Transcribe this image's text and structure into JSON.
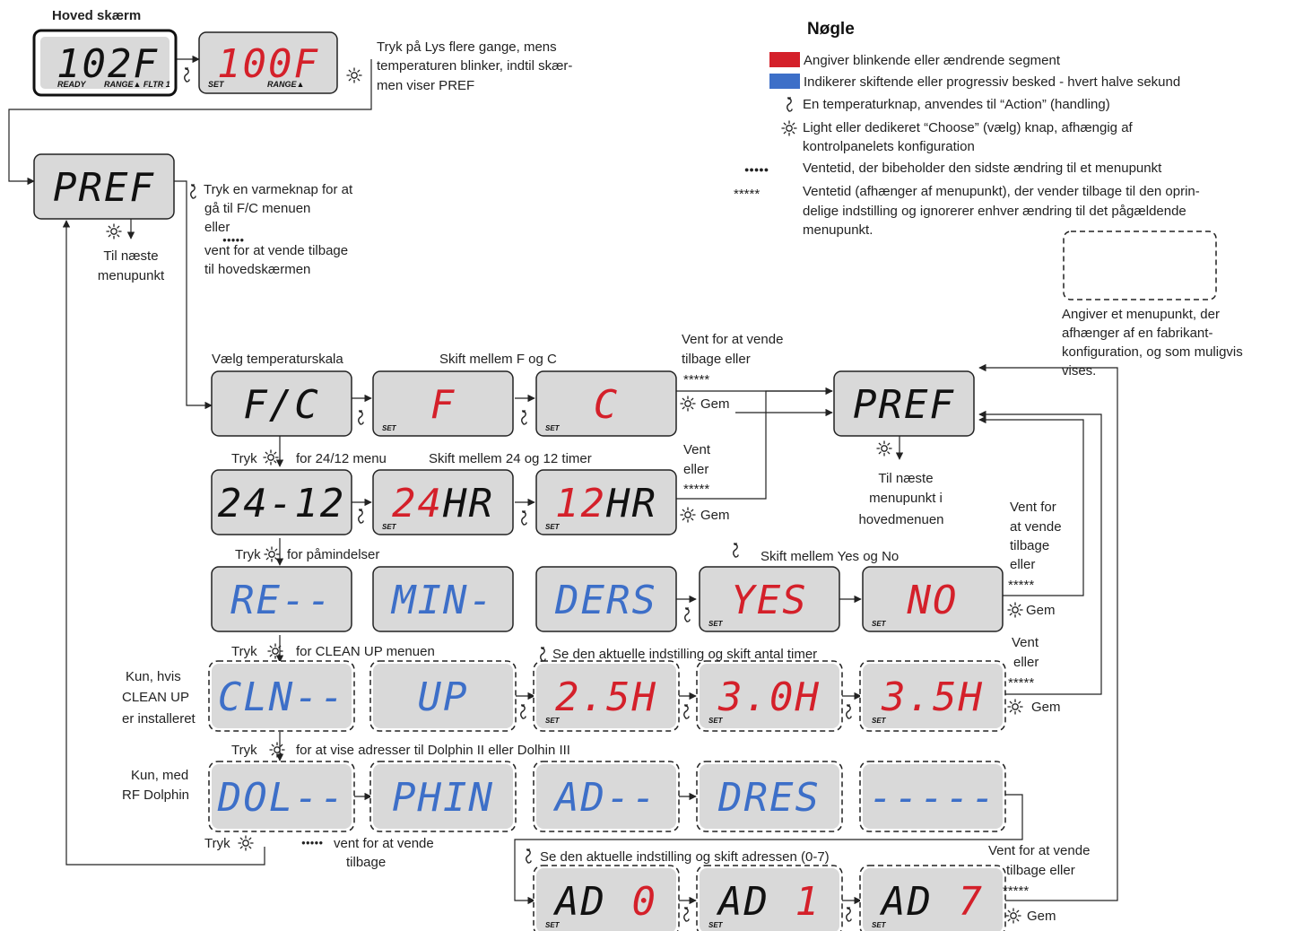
{
  "title": "Hoved skærm",
  "main_screens": [
    {
      "text": "102F",
      "color": "black",
      "labels": [
        "READY",
        "RANGE▲ FLTR 1"
      ]
    },
    {
      "text": "100F",
      "color": "red",
      "labels": [
        "SET",
        "RANGE▲"
      ]
    }
  ],
  "notes": {
    "lys": [
      "Tryk på Lys flere gange, mens",
      "temperaturen blinker, indtil skær-",
      "men viser PREF"
    ],
    "pref_action": [
      "Tryk en varmeknap for at",
      "gå til F/C menuen",
      "eller",
      "vent for at vende tilbage",
      "til hovedskærmen"
    ],
    "next_item": [
      "Til næste",
      "menupunkt"
    ],
    "fc_title": "Vælg temperaturskala",
    "fc_switch": "Skift mellem F og C",
    "wait_return": [
      "Vent for at vende",
      "tilbage eller"
    ],
    "gem": "Gem",
    "press_24": [
      "Tryk",
      "for 24/12 menu"
    ],
    "switch_24": "Skift mellem 24 og 12 timer",
    "wait_or": [
      "Vent",
      "eller"
    ],
    "next_main": [
      "Til næste",
      "menupunkt i",
      "hovedmenuen"
    ],
    "press_rem": [
      "Tryk",
      "for påmindelser"
    ],
    "switch_yes": "Skift mellem Yes og No",
    "wait_return2": [
      "Vent for",
      "at vende",
      "tilbage",
      "eller"
    ],
    "press_clean": [
      "Tryk",
      "for CLEAN UP menuen"
    ],
    "clean_info": "Se den aktuelle indstilling og skift antal timer",
    "clean_only": [
      "Kun, hvis",
      "CLEAN UP",
      "er installeret"
    ],
    "wait_or2": [
      "Vent",
      "eller"
    ],
    "press_dolphin": [
      "Tryk",
      "for at vise adresser til Dolphin II eller Dolhin III"
    ],
    "dolphin_only": [
      "Kun, med",
      "RF Dolphin"
    ],
    "press": "Tryk",
    "wait_back": [
      "vent for at vende",
      "tilbage"
    ],
    "addr_info": "Se den aktuelle indstilling og skift adressen (0-7)",
    "wait_return3": [
      "Vent for at vende",
      "tilbage eller"
    ]
  },
  "key": {
    "title": "Nøgle",
    "items": [
      {
        "text": [
          "Angiver blinkende eller ændrende segment"
        ],
        "color": "#d4202a"
      },
      {
        "text": [
          "Indikerer skiftende eller progressiv besked - hvert halve sekund"
        ],
        "color": "#3d6fc8"
      },
      {
        "text": [
          "En temperaturknap, anvendes til “Action” (handling)"
        ]
      },
      {
        "text": [
          "Light eller dedikeret “Choose” (vælg) knap, afhængig af",
          "kontrolpanelets konfiguration"
        ]
      },
      {
        "text": [
          "Ventetid, der bibeholder den sidste ændring til et menupunkt"
        ]
      },
      {
        "text": [
          "Ventetid (afhænger af menupunkt), der vender tilbage til den oprin-",
          "delige indstilling og ignorerer enhver ændring til det pågældende",
          "menupunkt."
        ]
      }
    ],
    "dashed_label": [
      "Angiver et menupunkt, der",
      "afhænger af en fabrikant-",
      "konfiguration, og som muligvis",
      "vises."
    ],
    "dots": "●●●●●",
    "stars": "*****"
  },
  "displays": [
    {
      "id": "pref1",
      "text": "PREF",
      "color": "black",
      "set": false
    },
    {
      "id": "fc",
      "text": "F/C",
      "color": "black",
      "set": false
    },
    {
      "id": "f",
      "text": "F",
      "color": "red",
      "set": true
    },
    {
      "id": "c",
      "text": "C",
      "color": "red",
      "set": true
    },
    {
      "id": "pref2",
      "text": "PREF",
      "color": "black",
      "set": false
    },
    {
      "id": "h2412",
      "text": "24-12",
      "color": "black",
      "set": false
    },
    {
      "id": "h24",
      "text": "24HR",
      "color": "mixed24",
      "set": true
    },
    {
      "id": "h12",
      "text": "12HR",
      "color": "mixed12",
      "set": true
    },
    {
      "id": "re",
      "text": "RE--",
      "color": "blue",
      "set": false
    },
    {
      "id": "min",
      "text": "MIN-",
      "color": "blue",
      "set": false
    },
    {
      "id": "ders",
      "text": "DERS",
      "color": "blue",
      "set": false
    },
    {
      "id": "yes",
      "text": "YES",
      "color": "red",
      "set": true
    },
    {
      "id": "no",
      "text": "NO",
      "color": "red",
      "set": true
    },
    {
      "id": "cln",
      "text": "CLN--",
      "color": "blue",
      "set": false
    },
    {
      "id": "up",
      "text": "UP",
      "color": "blue",
      "set": false
    },
    {
      "id": "h25",
      "text": "2.5H",
      "color": "red",
      "set": true
    },
    {
      "id": "h30",
      "text": "3.0H",
      "color": "red",
      "set": true
    },
    {
      "id": "h35",
      "text": "3.5H",
      "color": "red",
      "set": true
    },
    {
      "id": "dol",
      "text": "DOL--",
      "color": "blue",
      "set": false
    },
    {
      "id": "phin",
      "text": "PHIN",
      "color": "blue",
      "set": false
    },
    {
      "id": "ad",
      "text": "AD--",
      "color": "blue",
      "set": false
    },
    {
      "id": "dres",
      "text": "DRES",
      "color": "blue",
      "set": false
    },
    {
      "id": "dash",
      "text": "-----",
      "color": "blue",
      "set": false
    },
    {
      "id": "ad0",
      "text": "AD 0",
      "color": "addr",
      "set": true
    },
    {
      "id": "ad1",
      "text": "AD 1",
      "color": "addr",
      "set": true
    },
    {
      "id": "ad7",
      "text": "AD 7",
      "color": "addr",
      "set": true
    }
  ]
}
